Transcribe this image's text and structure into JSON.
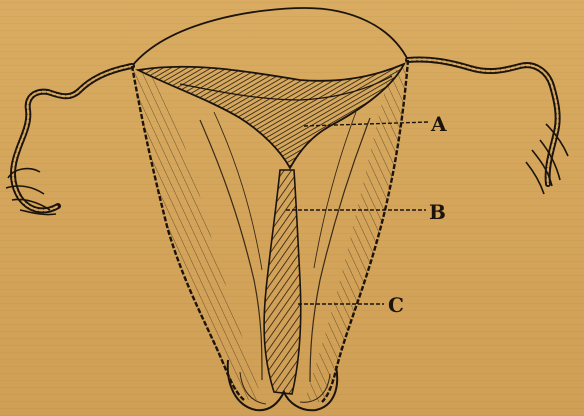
{
  "figure": {
    "labels": [
      {
        "id": "A",
        "text": "A"
      },
      {
        "id": "B",
        "text": "B"
      },
      {
        "id": "C",
        "text": "C"
      }
    ]
  },
  "colors": {
    "paper": "#d7a95e",
    "ink": "#1c140c"
  }
}
